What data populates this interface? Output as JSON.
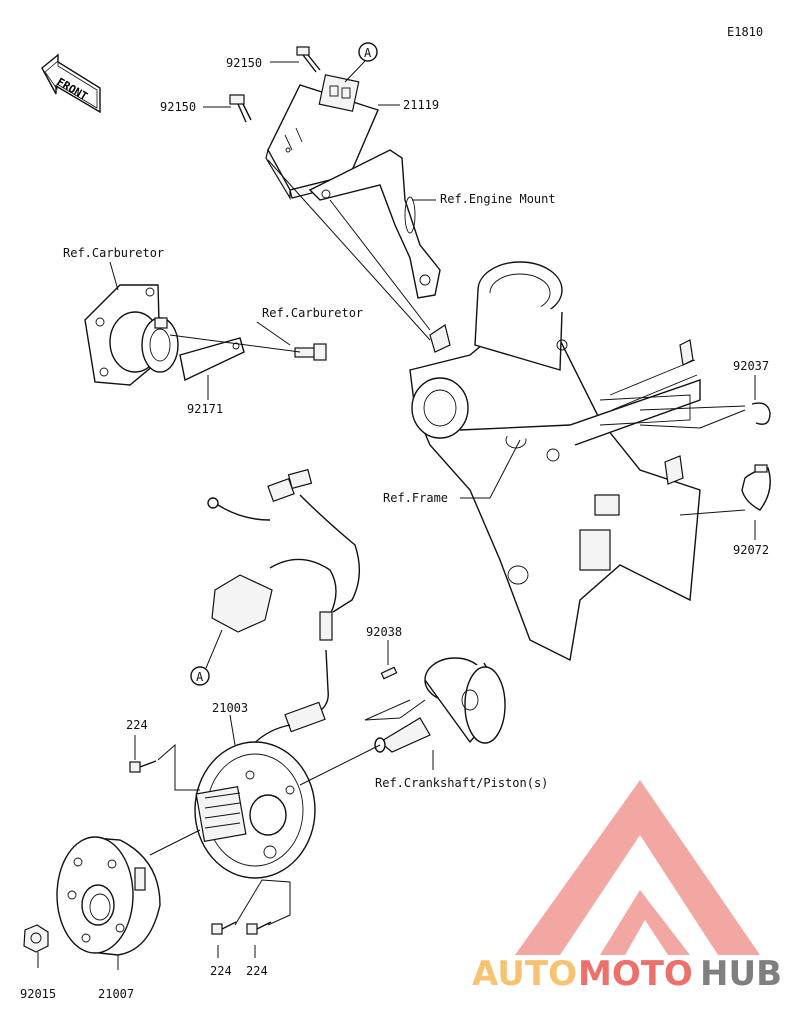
{
  "diagram_code": "E1810",
  "front_label": "FRONT",
  "callout_marker": "A",
  "parts": {
    "p92150_top": "92150",
    "p92150_left": "92150",
    "p21119": "21119",
    "ref_engine_mount": "Ref.Engine Mount",
    "ref_carburetor_left": "Ref.Carburetor",
    "ref_carburetor_right": "Ref.Carburetor",
    "p92171": "92171",
    "p92037": "92037",
    "ref_frame": "Ref.Frame",
    "p92072": "92072",
    "p92038": "92038",
    "p21003": "21003",
    "p224_top": "224",
    "ref_crankshaft": "Ref.Crankshaft/Piston(s)",
    "p224_bottom_left": "224",
    "p224_bottom_right": "224",
    "p92015": "92015",
    "p21007": "21007"
  },
  "watermark": {
    "part1": "AUTO",
    "part2": "MOTO",
    "part3": "HUB",
    "color_red": "#e8413a",
    "color_orange": "#f5b041",
    "color_gray": "#555555"
  }
}
